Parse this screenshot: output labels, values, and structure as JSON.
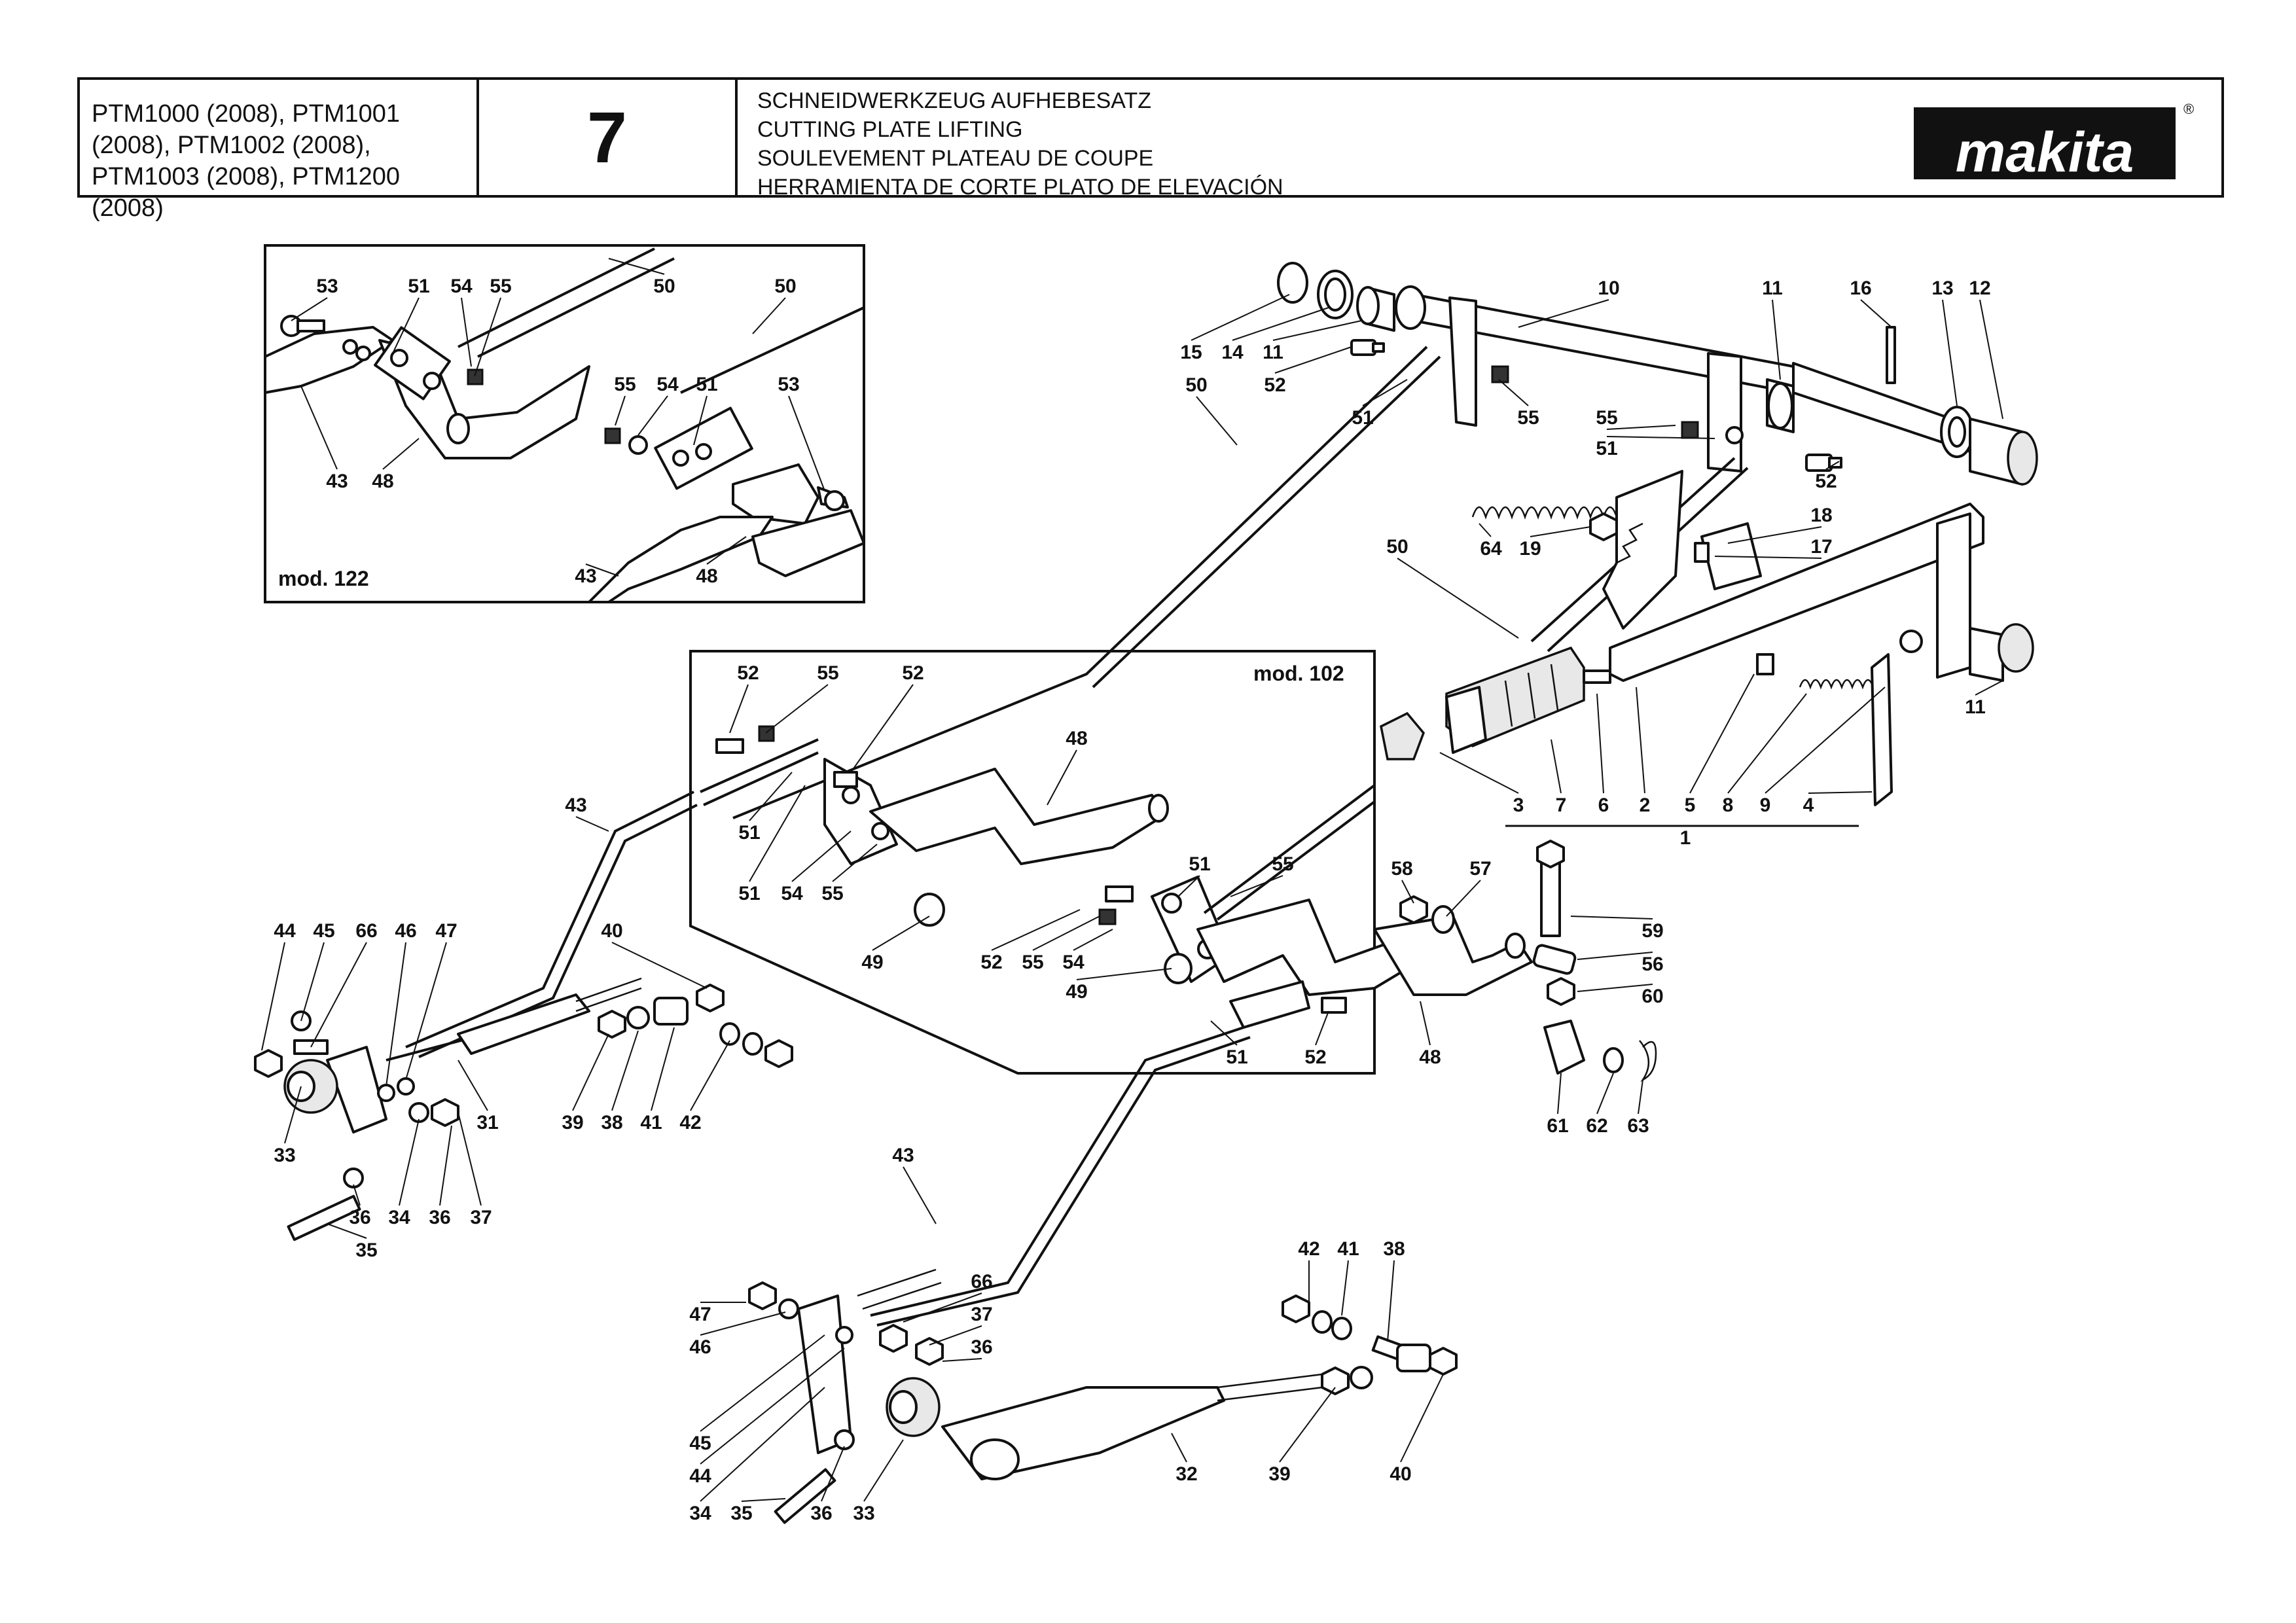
{
  "header": {
    "models": [
      "PTM1000 (2008), PTM1001",
      "(2008), PTM1002 (2008),",
      "PTM1003 (2008), PTM1200 (2008)"
    ],
    "page_number": "7",
    "titles": [
      "SCHNEIDWERKZEUG AUFHEBESATZ",
      "CUTTING PLATE LIFTING",
      "SOULEVEMENT PLATEAU DE COUPE",
      "HERRAMIENTA DE CORTE PLATO DE ELEVACIÓN"
    ],
    "brand": "makita",
    "brand_mark": "®"
  },
  "insets": {
    "mod122": {
      "label": "mod. 122"
    },
    "mod102": {
      "label": "mod. 102"
    }
  },
  "callouts": {
    "inset122": [
      "53",
      "51",
      "54",
      "55",
      "50",
      "50",
      "55",
      "54",
      "51",
      "53",
      "43",
      "48",
      "43",
      "48"
    ],
    "inset102": [
      "52",
      "55",
      "52",
      "51",
      "51",
      "54",
      "55",
      "48",
      "49",
      "51",
      "55",
      "52",
      "55",
      "54",
      "49",
      "51",
      "52"
    ],
    "main": [
      "15",
      "14",
      "11",
      "52",
      "10",
      "11",
      "16",
      "13",
      "12",
      "50",
      "51",
      "55",
      "55",
      "51",
      "52",
      "64",
      "19",
      "18",
      "17",
      "50",
      "3",
      "7",
      "6",
      "2",
      "5",
      "8",
      "9",
      "4",
      "1",
      "11",
      "43",
      "58",
      "57",
      "59",
      "56",
      "60",
      "61",
      "62",
      "63",
      "48",
      "44",
      "45",
      "66",
      "46",
      "47",
      "40",
      "31",
      "33",
      "39",
      "38",
      "41",
      "42",
      "36",
      "34",
      "36",
      "37",
      "35",
      "43",
      "66",
      "37",
      "36",
      "47",
      "46",
      "45",
      "44",
      "34",
      "35",
      "36",
      "33",
      "42",
      "41",
      "38",
      "32",
      "39",
      "40"
    ]
  }
}
